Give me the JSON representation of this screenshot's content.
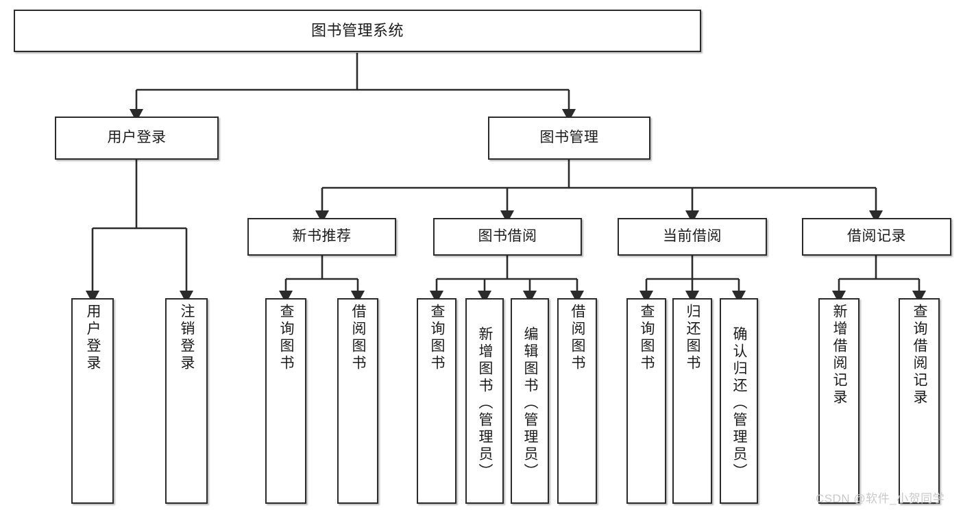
{
  "diagram": {
    "title": "图书管理系统",
    "type": "tree-hierarchy-diagram",
    "colors": {
      "box_border": "#2b2b2b",
      "box_fill": "#ffffff",
      "edge": "#2b2b2b",
      "text": "#1b1b1b",
      "watermark": "#c9c9c9",
      "background": "#ffffff"
    },
    "root": {
      "label": "图书管理系统"
    },
    "level2": [
      {
        "label": "用户登录"
      },
      {
        "label": "图书管理"
      }
    ],
    "level3": [
      {
        "label": "新书推荐"
      },
      {
        "label": "图书借阅"
      },
      {
        "label": "当前借阅"
      },
      {
        "label": "借阅记录"
      }
    ],
    "leaves": {
      "user_login": [
        {
          "label": "用户登录"
        },
        {
          "label": "注销登录"
        }
      ],
      "new_book_recommend": [
        {
          "label": "查询图书"
        },
        {
          "label": "借阅图书"
        }
      ],
      "book_borrow": [
        {
          "label": "查询图书"
        },
        {
          "label": "新增图书（管理员）"
        },
        {
          "label": "编辑图书（管理员）"
        },
        {
          "label": "借阅图书"
        }
      ],
      "current_borrow": [
        {
          "label": "查询图书"
        },
        {
          "label": "归还图书"
        },
        {
          "label": "确认归还（管理员）"
        }
      ],
      "borrow_record": [
        {
          "label": "新增借阅记录"
        },
        {
          "label": "查询借阅记录"
        }
      ]
    },
    "watermark": "CSDN @软件_小贺同学"
  }
}
